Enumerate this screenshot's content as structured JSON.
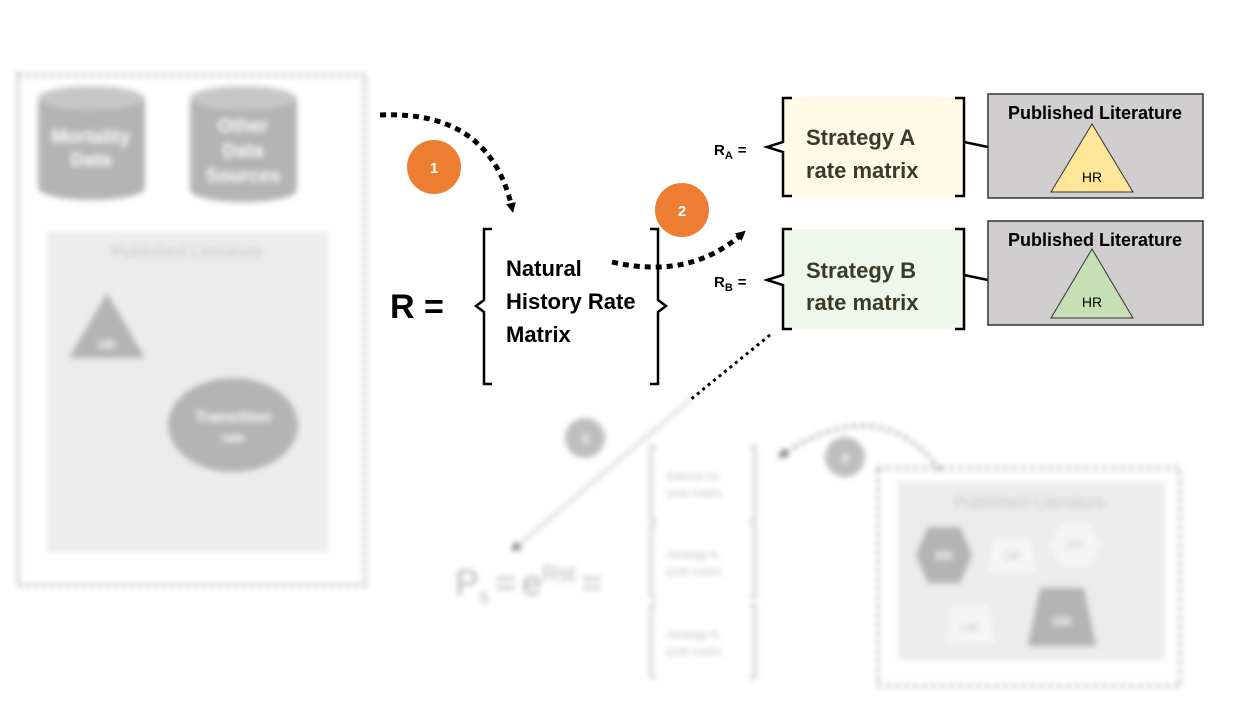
{
  "colors": {
    "orange": "#ED7D31",
    "litgray": "#D0CECE",
    "stratA": "#FFF9E6",
    "stratB": "#EFF6EA",
    "triA": "#FFE699",
    "triB": "#C5E0B4"
  },
  "left_panel": {
    "db1_line1": "Mortality",
    "db1_line2": "Data",
    "db2_line1": "Other",
    "db2_line2": "Data",
    "db2_line3": "Sources",
    "lit_title": "Published Literature",
    "hr": "HR",
    "trans_line1": "Transition",
    "trans_line2": "rate"
  },
  "steps": {
    "s1": "1",
    "s2": "2",
    "s3": "3",
    "s4": "4"
  },
  "natural": {
    "lhs": "R =",
    "line1": "Natural",
    "line2": "History Rate",
    "line3": "Matrix"
  },
  "strategy_a": {
    "lhs": "R",
    "sub": "A",
    "eq": "=",
    "line1": "Strategy A",
    "line2": "rate matrix",
    "lit_title": "Published Literature",
    "hr": "HR"
  },
  "strategy_b": {
    "lhs": "R",
    "sub": "B",
    "eq": "=",
    "line1": "Strategy B",
    "line2": "rate matrix",
    "lit_title": "Published Literature",
    "hr": "HR"
  },
  "prob": {
    "p": "P",
    "sub": "s",
    "eq1": "=",
    "e": "e",
    "exp": "Rst",
    "eq2": "=",
    "m1a": "Natural Hx",
    "m1b": "prob matrix",
    "m2a": "Strategy A",
    "m2b": "prob matrix",
    "m3a": "Strategy B",
    "m3b": "prob matrix"
  },
  "lit_bottom": {
    "title": "Published Literature",
    "rr1": "RR",
    "or1": "OR",
    "rr2": "RR",
    "or2": "OR",
    "or3": "OR"
  }
}
